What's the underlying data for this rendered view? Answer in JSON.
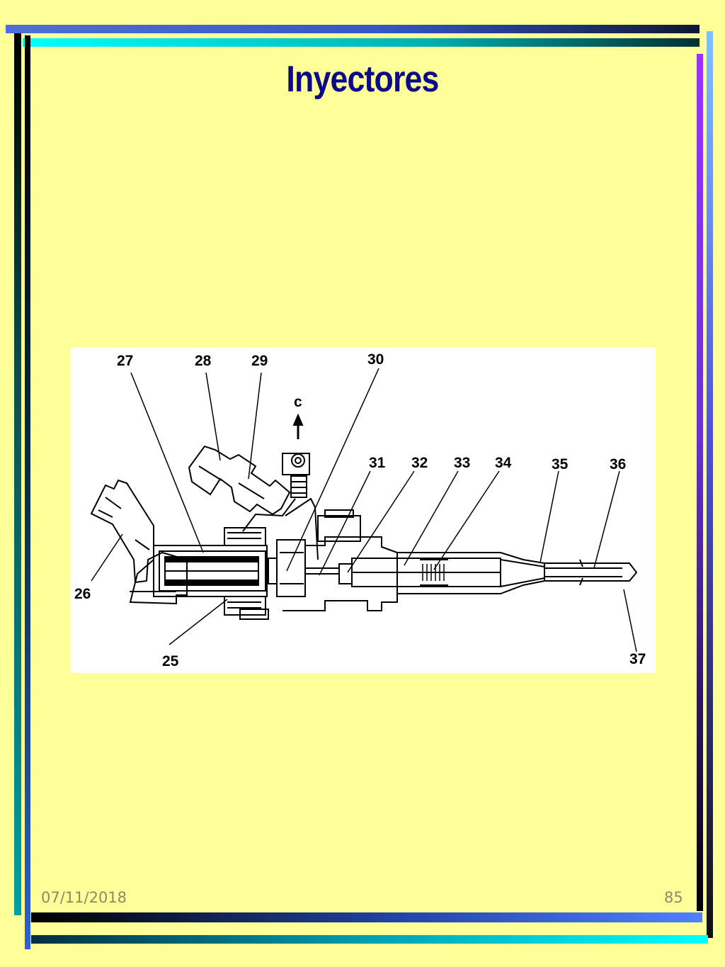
{
  "slide": {
    "title": "Inyectores",
    "date": "07/11/2018",
    "page_number": "85"
  },
  "diagram": {
    "labels": {
      "l25": "25",
      "l26": "26",
      "l27": "27",
      "l28": "28",
      "l29": "29",
      "l30": "30",
      "l31": "31",
      "l32": "32",
      "l33": "33",
      "l34": "34",
      "l35": "35",
      "l36": "36",
      "l37": "37",
      "lc": "c"
    }
  },
  "colors": {
    "background": "#ffff99",
    "title": "#0a0a8a",
    "frame_dark": "#000000",
    "frame_blue": "#4f6fd8",
    "frame_cyan": "#00e0e0",
    "frame_teal": "#008080",
    "frame_purple": "#8a2be2"
  }
}
